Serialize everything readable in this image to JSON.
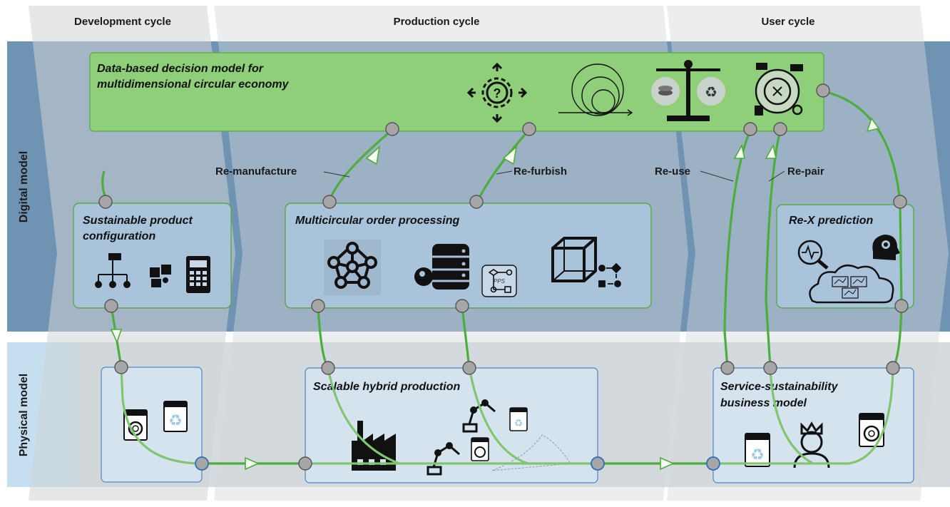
{
  "columns": {
    "development": "Development cycle",
    "production": "Production cycle",
    "user": "User cycle"
  },
  "rows": {
    "digital": "Digital model",
    "physical": "Physical model"
  },
  "decision_model": {
    "title_line1": "Data-based decision model for",
    "title_line2": "multidimensional circular economy",
    "icons": [
      "question-gear-arrows-icon",
      "circle-loops-icon",
      "balance-scale-icon",
      "recycle-globe-icon"
    ]
  },
  "digital_boxes": {
    "product_config": {
      "line1": "Sustainable product",
      "line2": "configuration"
    },
    "order_processing": {
      "line1": "Multicircular order processing",
      "pps_label": "PPS"
    },
    "rex_prediction": {
      "line1": "Re-X prediction"
    }
  },
  "physical_boxes": {
    "hybrid_production": {
      "line1": "Scalable hybrid production"
    },
    "service_model": {
      "line1": "Service-sustainability",
      "line2": "business model"
    }
  },
  "flows": {
    "remanufacture": "Re-manufacture",
    "refurbish": "Re-furbish",
    "reuse": "Re-use",
    "repair": "Re-pair"
  },
  "colors": {
    "digital_band": "#6f93b3",
    "physical_band": "#d6dbe0",
    "decision_box": "#8fcf7a",
    "box_fill": "#a9c3db",
    "green_line": "#4cae3c"
  }
}
